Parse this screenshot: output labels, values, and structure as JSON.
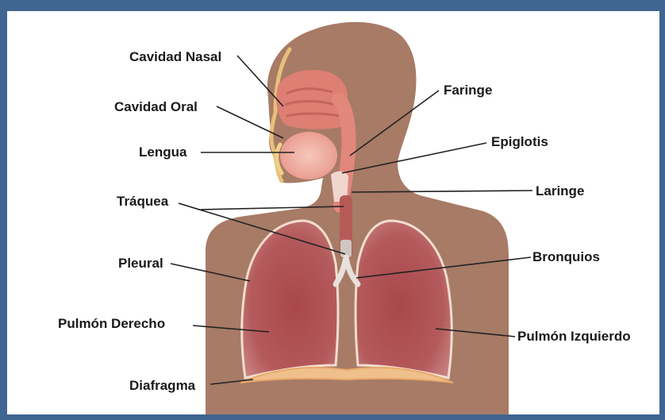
{
  "labels": {
    "cavidad_nasal": "Cavidad Nasal",
    "cavidad_oral": "Cavidad Oral",
    "lengua": "Lengua",
    "traquea": "Tráquea",
    "pleural": "Pleural",
    "pulmon_derecho": "Pulmón Derecho",
    "diafragma": "Diafragma",
    "faringe": "Faringe",
    "epiglotis": "Epiglotis",
    "laringe": "Laringe",
    "bronquios": "Bronquios",
    "pulmon_izquierdo": "Pulmón Izquierdo"
  },
  "colors": {
    "frame": "#3f6590",
    "background": "#ffffff",
    "skin": "#a77b66",
    "lung": "#b45a5c",
    "airway": "#e49a8e",
    "trachea": "#c9c2c0",
    "diaphragm": "#f0c08c",
    "leader_line": "#222222"
  }
}
